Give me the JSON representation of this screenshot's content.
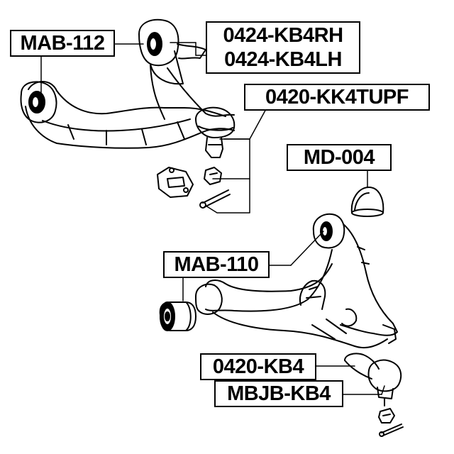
{
  "labels": {
    "upper_bushing": "MAB-112",
    "upper_arm_rh": "0424-KB4RH",
    "upper_arm_lh": "0424-KB4LH",
    "upper_ball_joint": "0420-KK4TUPF",
    "dust_boot": "MD-004",
    "lower_bushing": "MAB-110",
    "lower_arm": "0420-KB4",
    "lower_ball_joint": "MBJB-KB4"
  }
}
